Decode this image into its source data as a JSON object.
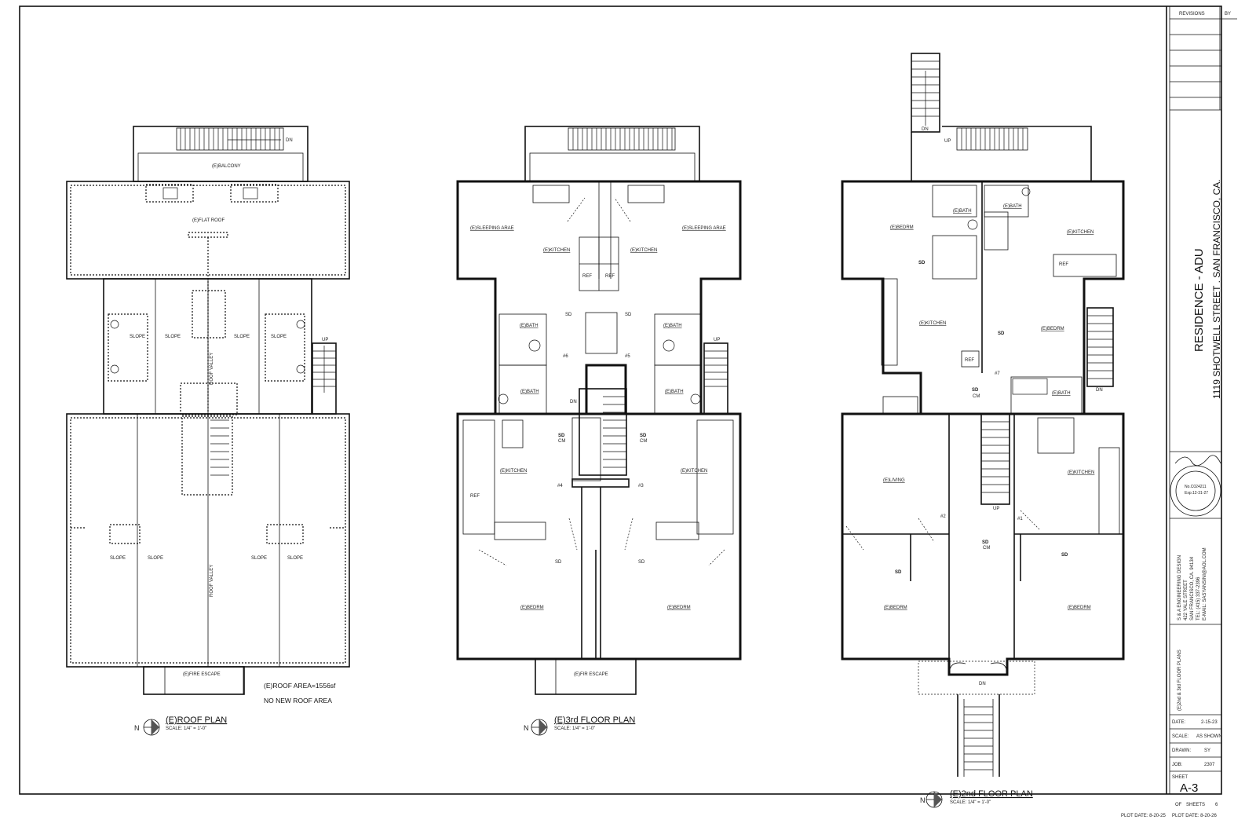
{
  "plans": {
    "roof": {
      "title": "(E)ROOF PLAN",
      "scale": "SCALE: 1/4\" = 1'-0\"",
      "area_note": "(E)ROOF AREA=1556sf",
      "new_area_note": "NO NEW ROOF AREA",
      "labels": {
        "balcony": "(E)BALCONY",
        "flat_roof": "(E)FLAT ROOF",
        "fire_escape": "(E)FIRE ESCAPE",
        "slope": "SLOPE",
        "valley": "ROOF VALLEY",
        "up": "UP",
        "dn": "DN"
      }
    },
    "third": {
      "title": "(E)3rd FLOOR PLAN",
      "scale": "SCALE: 1/4\" = 1'-0\"",
      "labels": {
        "sleeping": "(E)SLEEPING ARAE",
        "kitchen": "(E)KITCHEN",
        "bath": "(E)BATH",
        "bedrm": "(E)BEDRM",
        "ref": "REF",
        "sd": "SD",
        "cm": "CM",
        "fire_escape": "(E)FIR ESCAPE",
        "dn": "DN",
        "up": "UP",
        "u6": "#6",
        "u5": "#5",
        "u4": "#4",
        "u3": "#3"
      }
    },
    "second": {
      "title": "(E)2nd FLOOR PLAN",
      "scale": "SCALE: 1/4\" = 1'-0\"",
      "labels": {
        "bedrm": "(E)BEDRM",
        "bath": "(E)BATH",
        "kitchen": "(E)KITCHEN",
        "living": "(E)LIVING",
        "ref": "REF",
        "sd": "SD",
        "cm": "CM",
        "up": "UP",
        "dn": "DN",
        "u7": "#7",
        "u2": "#2",
        "u1": "#1"
      }
    }
  },
  "north": "N",
  "plot_date_left": "PLOT DATE: 8-20-25",
  "title_block": {
    "revisions_header": "REVISIONS",
    "by_header": "BY",
    "project_name": "RESIDENCE - ADU",
    "project_address": "1119 SHOTWELL STREET . SAN FRANCISCO, CA.",
    "seal_no": "No.C024211",
    "seal_exp": "12-31-27",
    "seal_exp_label": "Exp.",
    "firm": [
      "S & A ENGINEERING DESIGN",
      "422 YALE STREET",
      "SAN FRANCISCO, CA. 94134",
      "TEL: (415) 337-2396",
      "E-MAIL: SASYANSINI@AOL.COM"
    ],
    "sheet_desc": "(E)2nd & 3rd FLOOR PLANS",
    "date_label": "DATE:",
    "date_value": "2-15-23",
    "scale_label": "SCALE:",
    "scale_value": "AS SHOWN",
    "drawn_label": "DRAWN:",
    "drawn_value": "SY",
    "job_label": "JOB:",
    "job_value": "2307",
    "sheet_label": "SHEET",
    "sheet_value": "A-3",
    "of_label": "OF",
    "sheets_label": "SHEETS",
    "sheets_value": "6",
    "plot_date": "PLOT DATE: 8-20-26"
  }
}
